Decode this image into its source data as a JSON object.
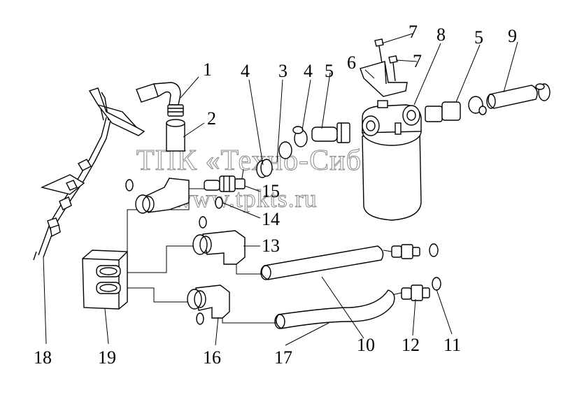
{
  "watermark": {
    "line1": "ТПК «Техно-Сиб»",
    "line2": "www.tpkts.ru"
  },
  "callouts": [
    "1",
    "2",
    "3",
    "4",
    "4",
    "5",
    "5",
    "6",
    "7",
    "7",
    "8",
    "9",
    "10",
    "11",
    "12",
    "13",
    "14",
    "15",
    "16",
    "17",
    "18",
    "19"
  ]
}
